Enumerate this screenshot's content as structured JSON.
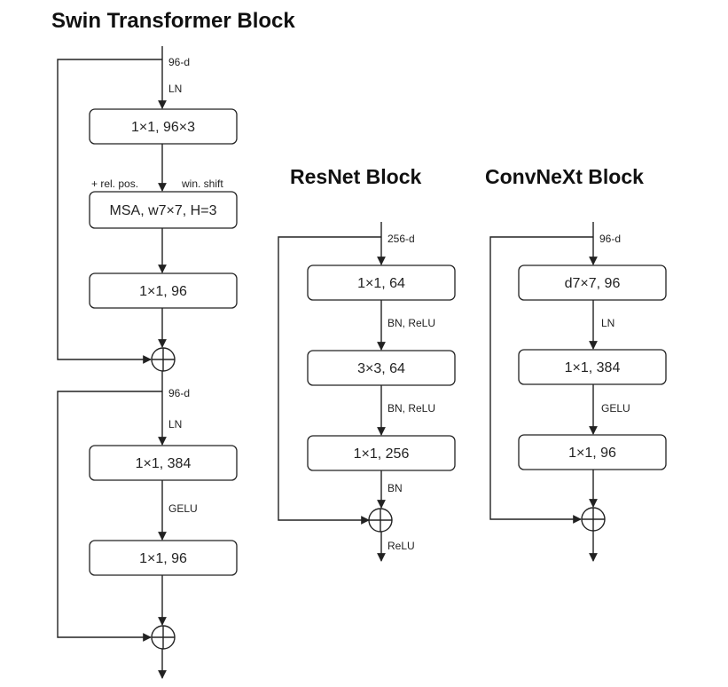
{
  "swin": {
    "title": "Swin Transformer Block",
    "input_dim": "96-d",
    "mid_dim": "96-d",
    "ln1": "LN",
    "ln2": "LN",
    "box1": "1×1, 96×3",
    "annot_left": "+ rel. pos.",
    "annot_right": "win. shift",
    "box2": "MSA, w7×7, H=3",
    "box3": "1×1, 96",
    "box4": "1×1, 384",
    "gelu": "GELU",
    "box5": "1×1, 96"
  },
  "resnet": {
    "title": "ResNet Block",
    "input_dim": "256-d",
    "box1": "1×1, 64",
    "act1": "BN, ReLU",
    "box2": "3×3, 64",
    "act2": "BN, ReLU",
    "box3": "1×1, 256",
    "bn": "BN",
    "relu": "ReLU"
  },
  "convnext": {
    "title": "ConvNeXt Block",
    "input_dim": "96-d",
    "box1": "d7×7, 96",
    "ln": "LN",
    "box2": "1×1, 384",
    "gelu": "GELU",
    "box3": "1×1, 96"
  }
}
